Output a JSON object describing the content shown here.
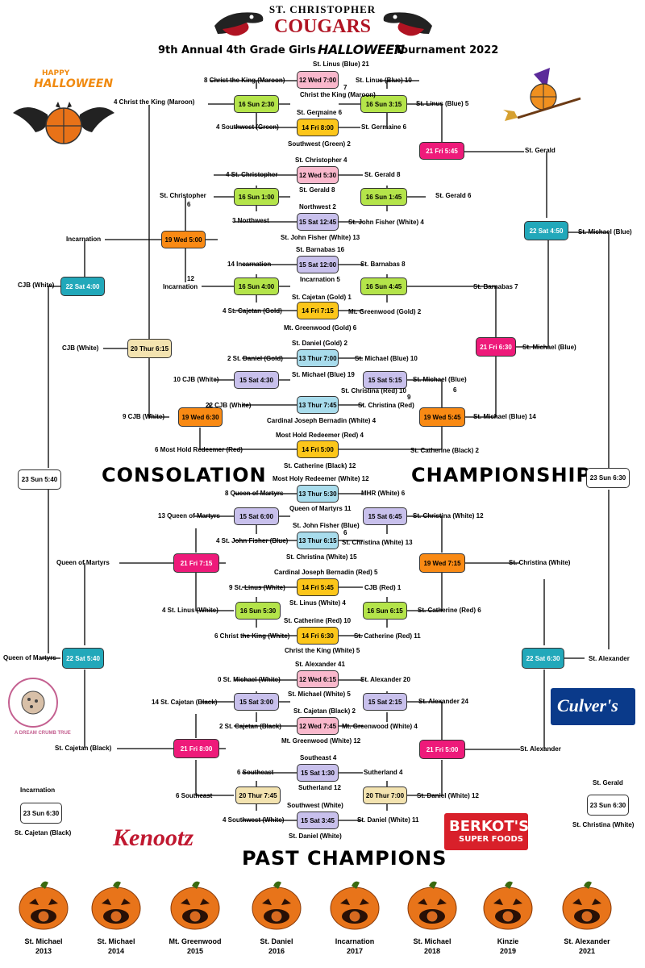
{
  "header": {
    "school": "ST. CHRISTOPHER",
    "team": "COUGARS",
    "title_prefix": "9th Annual 4th Grade Girls",
    "title_word": "HALLOWEEN",
    "title_suffix": "Tournament 2022"
  },
  "section_labels": {
    "consolation": "CONSOLATION",
    "championship": "CHAMPIONSHIP",
    "past": "PAST CHAMPIONS"
  },
  "decor": {
    "happy_halloween_1": "HAPPY",
    "happy_halloween_2": "HALLOWEEN",
    "crumb_logo": "A DREAM CRUMB TRUE",
    "culvers": "Culver's",
    "kenootz": "Kenootz",
    "berkots_1": "BERKOT'S",
    "berkots_2": "SUPER FOODS"
  },
  "colors": {
    "pink": "#f9b8cc",
    "lime": "#b4e44a",
    "gold": "#fcc61a",
    "lavender": "#c8c0ec",
    "blue": "#a8dcec",
    "orange": "#f98a14",
    "magenta": "#ee1a7a",
    "teal": "#22a8ba",
    "tan": "#f3e3b0",
    "white": "#ffffff"
  },
  "games": [
    {
      "label": "12 Wed 7:00",
      "color": "pink"
    },
    {
      "label": "16 Sun 2:30",
      "color": "lime"
    },
    {
      "label": "16 Sun 3:15",
      "color": "lime"
    },
    {
      "label": "14 Fri 8:00",
      "color": "gold"
    },
    {
      "label": "21 Fri 5:45",
      "color": "magenta"
    },
    {
      "label": "12 Wed 5:30",
      "color": "pink"
    },
    {
      "label": "16 Sun 1:00",
      "color": "lime"
    },
    {
      "label": "16 Sun 1:45",
      "color": "lime"
    },
    {
      "label": "15 Sat 12:45",
      "color": "lavender"
    },
    {
      "label": "19 Wed 5:00",
      "color": "orange"
    },
    {
      "label": "22 Sat 4:50",
      "color": "teal"
    },
    {
      "label": "15 Sat 12:00",
      "color": "lavender"
    },
    {
      "label": "22 Sat 4:00",
      "color": "teal"
    },
    {
      "label": "16 Sun 4:00",
      "color": "lime"
    },
    {
      "label": "16 Sun 4:45",
      "color": "lime"
    },
    {
      "label": "14 Fri 7:15",
      "color": "gold"
    },
    {
      "label": "20 Thur 6:15",
      "color": "tan"
    },
    {
      "label": "21 Fri 6:30",
      "color": "magenta"
    },
    {
      "label": "13 Thur 7:00",
      "color": "blue"
    },
    {
      "label": "15 Sat 4:30",
      "color": "lavender"
    },
    {
      "label": "15 Sat 5:15",
      "color": "lavender"
    },
    {
      "label": "13 Thur 7:45",
      "color": "blue"
    },
    {
      "label": "19 Wed 6:30",
      "color": "orange"
    },
    {
      "label": "19 Wed 5:45",
      "color": "orange"
    },
    {
      "label": "14 Fri 5:00",
      "color": "gold"
    },
    {
      "label": "23 Sun 5:40",
      "color": "white"
    },
    {
      "label": "23 Sun 6:30",
      "color": "white"
    },
    {
      "label": "13 Thur 5:30",
      "color": "blue"
    },
    {
      "label": "15 Sat 6:00",
      "color": "lavender"
    },
    {
      "label": "15 Sat 6:45",
      "color": "lavender"
    },
    {
      "label": "13 Thur 6:15",
      "color": "blue"
    },
    {
      "label": "21 Fri 7:15",
      "color": "magenta"
    },
    {
      "label": "19 Wed 7:15",
      "color": "orange"
    },
    {
      "label": "14 Fri 5:45",
      "color": "gold"
    },
    {
      "label": "16 Sun 5:30",
      "color": "lime"
    },
    {
      "label": "16 Sun 6:15",
      "color": "lime"
    },
    {
      "label": "14 Fri 6:30",
      "color": "gold"
    },
    {
      "label": "22 Sat 5:40",
      "color": "teal"
    },
    {
      "label": "22 Sat 6:30",
      "color": "teal"
    },
    {
      "label": "12 Wed 6:15",
      "color": "pink"
    },
    {
      "label": "15 Sat 3:00",
      "color": "lavender"
    },
    {
      "label": "15 Sat 2:15",
      "color": "lavender"
    },
    {
      "label": "12 Wed 7:45",
      "color": "pink"
    },
    {
      "label": "21 Fri 8:00",
      "color": "magenta"
    },
    {
      "label": "21 Fri 5:00",
      "color": "magenta"
    },
    {
      "label": "15 Sat 1:30",
      "color": "lavender"
    },
    {
      "label": "20 Thur 7:45",
      "color": "tan"
    },
    {
      "label": "20 Thur 7:00",
      "color": "tan"
    },
    {
      "label": "15 Sat 3:45",
      "color": "lavender"
    },
    {
      "label": "23 Sun 6:30",
      "color": "white"
    },
    {
      "label": "23 Sun 6:30",
      "color": "white"
    }
  ],
  "labels": [
    "St. Linus (Blue) 21",
    "8 Christ the King (Maroon)",
    "St. Linus (Blue) 10",
    "7",
    "Christ the King (Maroon)",
    "4 Christ the King (Maroon)",
    "St. Linus (Blue) 5",
    "St. Germaine 6",
    "4 Southwest (Green)",
    "St. Germaine 6",
    "Southwest (Green) 2",
    "St. Gerald",
    "St. Christopher 4",
    "4 St. Christopher",
    "St. Gerald 8",
    "St. Gerald 8",
    "St. Christopher",
    "6",
    "St. Gerald 6",
    "Northwest 2",
    "3 Northwest",
    "St. John Fisher (White) 4",
    "St. John Fisher (White) 13",
    "Incarnation",
    "St. Michael (Blue)",
    "St. Barnabas 16",
    "14 Incarnation",
    "St. Barnabas 8",
    "Incarnation 5",
    "CJB (White)",
    "12",
    "Incarnation",
    "St. Barnabas 7",
    "St. Cajetan (Gold) 1",
    "4 St. Cajetan (Gold)",
    "Mt. Greenwood (Gold) 2",
    "Mt. Greenwood (Gold) 6",
    "CJB (White)",
    "St. Michael (Blue)",
    "St. Daniel (Gold) 2",
    "2 St. Daniel (Gold)",
    "St. Michael (Blue) 10",
    "St. Michael (Blue) 19",
    "10 CJB (White)",
    "St. Michael (Blue)",
    "6",
    "St. Christina (Red) 10",
    "22 CJB (White)",
    "9",
    "St. Christina (Red)",
    "Cardinal Joseph Bernadin (White) 4",
    "9 CJB (White)",
    "St. Michael (Blue) 14",
    "Most Hold Redeemer (Red) 4",
    "6 Most Hold Redeemer (Red)",
    "St. Catherine (Black) 2",
    "St. Catherine (Black) 12",
    "Most Holy Redeemer (White) 12",
    "8 Queen of Martyrs",
    "MHR (White) 6",
    "Queen of Martyrs 11",
    "13 Queen of Martyrs",
    "St. Christina (White) 12",
    "St. John Fisher (Blue)",
    "6",
    "4 St. John Fisher (Blue)",
    "St. Christina (White) 13",
    "St. Christina (White) 15",
    "Queen of Martyrs",
    "St. Christina (White)",
    "Cardinal Joseph Bernadin (Red) 5",
    "9 St. Linus (White)",
    "CJB (Red) 1",
    "St. Linus (White) 4",
    "4 St. Linus (White)",
    "St. Catherine (Red) 6",
    "St. Catherine (Red) 10",
    "6 Christ the King (White)",
    "St. Catherine (Red) 11",
    "Christ the King (White) 5",
    "Queen of Martyrs",
    "St. Alexander",
    "St. Alexander 41",
    "0 St. Michael (White)",
    "St. Alexander 20",
    "St. Michael (White) 5",
    "14 St. Cajetan (Black)",
    "St. Alexander 24",
    "St. Cajetan (Black) 2",
    "2 St. Cajetan (Black)",
    "Mt. Greenwood (White) 4",
    "Mt. Greenwood (White) 12",
    "St. Cajetan (Black)",
    "St. Alexander",
    "Southeast 4",
    "6 Southeast",
    "Sutherland 4",
    "Sutherland 12",
    "6 Southeast",
    "St. Daniel (White) 12",
    "Southwest (White)",
    "4 Southwest (White)",
    "St. Daniel (White) 11",
    "St. Daniel (White)",
    "Incarnation",
    "St. Cajetan (Black)",
    "St. Gerald",
    "St. Christina (White)"
  ],
  "champions": [
    {
      "name": "St. Michael",
      "year": "2013"
    },
    {
      "name": "St. Michael",
      "year": "2014"
    },
    {
      "name": "Mt. Greenwood",
      "year": "2015"
    },
    {
      "name": "St. Daniel",
      "year": "2016"
    },
    {
      "name": "Incarnation",
      "year": "2017"
    },
    {
      "name": "St. Michael",
      "year": "2018"
    },
    {
      "name": "Kinzie",
      "year": "2019"
    },
    {
      "name": "St. Alexander",
      "year": "2021"
    }
  ]
}
